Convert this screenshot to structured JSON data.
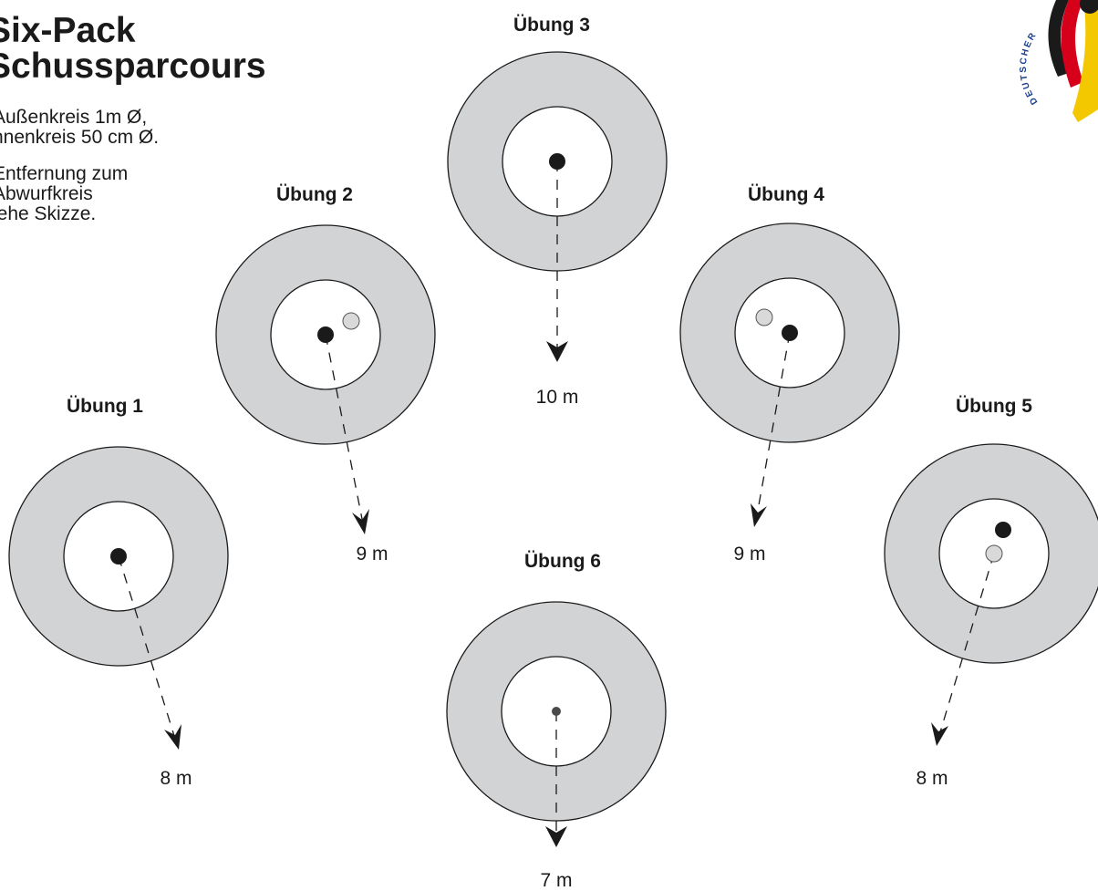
{
  "header": {
    "title_line1": "Six-Pack",
    "title_line2": "Schussparcours",
    "note1_line1": "Außenkreis 1m Ø,",
    "note1_line2": "nnenkreis 50 cm Ø.",
    "note2_line1": "Entfernung zum",
    "note2_line2": "Abwurfkreis",
    "note2_line3": "iehe Skizze."
  },
  "logo": {
    "text": "DEUTSCHER",
    "colors": [
      "#1a1a1a",
      "#d7001b",
      "#f4c800"
    ]
  },
  "colors": {
    "outer_ring": "#d2d3d5",
    "inner_ring": "#ffffff",
    "ball": "#1a1a1a",
    "ball_alt": "#d9d9d9"
  },
  "exercises": [
    {
      "title": "Übung 1",
      "distance": "8 m"
    },
    {
      "title": "Übung 2",
      "distance": "9 m"
    },
    {
      "title": "Übung 3",
      "distance": "10 m"
    },
    {
      "title": "Übung 4",
      "distance": "9 m"
    },
    {
      "title": "Übung 5",
      "distance": "8 m"
    },
    {
      "title": "Übung 6",
      "distance": "7 m"
    }
  ]
}
